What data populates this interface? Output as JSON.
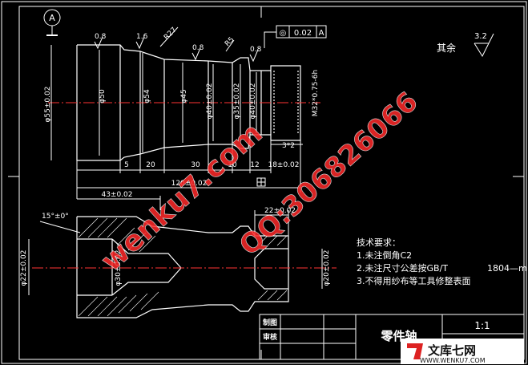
{
  "datum": {
    "label": "A"
  },
  "tolerance_frame": {
    "symbol": "◎",
    "value": "0.02",
    "datum": "A"
  },
  "surface_allowance": {
    "label": "其余",
    "value": "3.2"
  },
  "roughness_marks": [
    "0.8",
    "1.6",
    "0.8",
    "0.8"
  ],
  "radii": {
    "r1": "R27",
    "r2": "R5"
  },
  "diameters": {
    "d_left": "φ55±0.02",
    "d50": "φ50",
    "d54": "φ54",
    "d45": "φ45",
    "d_mid": "φ40±0.02",
    "d_step1": "φ35±0.02",
    "d_step2": "φ40±0.02",
    "thread": "M32*0.75-6h"
  },
  "lengths": {
    "l5": "5",
    "l20": "20",
    "l30": "30",
    "l10": "10",
    "l12": "12",
    "l18": "18±0.02",
    "l120": "120±0.02",
    "l43": "43±0.02",
    "l22": "22±0.02",
    "chamfer": "3*2"
  },
  "section_dims": {
    "angle": "15°±0°",
    "bore_left_a": "φ22±0.02",
    "bore_left_b": "φ30±0.02",
    "bore_right": "φ20±0.02"
  },
  "notes": {
    "heading": "技术要求：",
    "items": [
      "1.未注倒角C2",
      "2.未注尺寸公差按GB/T",
      "3.不得用纱布等工具修整表面"
    ],
    "overflow": "1804—m"
  },
  "title_block": {
    "drawn_label": "制图",
    "checked_label": "审核",
    "part_name": "零件轴",
    "scale": "1:1"
  },
  "watermark": {
    "site": "wenku7.com",
    "qq": "QQ:306826066",
    "logo_text": "文库七网",
    "url": "WWW.WENKU7.COM"
  }
}
